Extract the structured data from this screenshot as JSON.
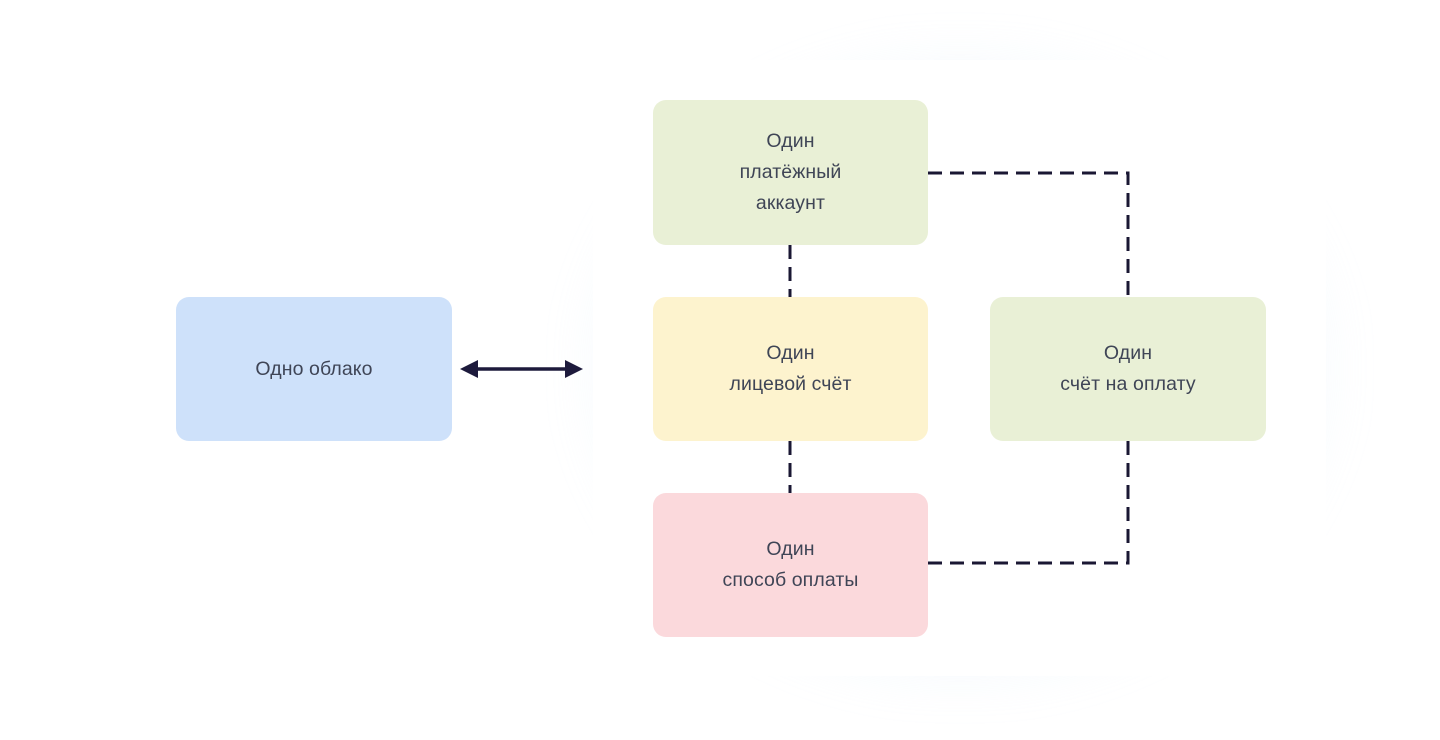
{
  "diagram": {
    "title_text": "",
    "colors": {
      "cloud_box": "#cee1fa",
      "green_box": "#e9f0d6",
      "yellow_box": "#fdf3ce",
      "pink_box": "#fbd9dc",
      "panel_background": "#ffffff",
      "panel_glow": "#cbe2fa",
      "text": "#3f4556",
      "dashed_edge": "#1a1733",
      "solid_arrow": "#1d1a3c"
    },
    "nodes": [
      {
        "id": "cloud",
        "label": "Одно облако",
        "color": "#cee1fa"
      },
      {
        "id": "account",
        "label": "Один\nплатёжный\nаккаунт",
        "color": "#e9f0d6"
      },
      {
        "id": "ls",
        "label": "Один\nлицевой счёт",
        "color": "#fdf3ce"
      },
      {
        "id": "method",
        "label": "Один\nспособ оплаты",
        "color": "#fbd9dc"
      },
      {
        "id": "invoice",
        "label": "Один\nсчёт на оплату",
        "color": "#e9f0d6"
      }
    ],
    "edges": [
      {
        "from": "cloud",
        "to": "panel",
        "style": "solid",
        "arrows": "both"
      },
      {
        "from": "account",
        "to": "ls",
        "style": "dashed",
        "arrows": "none"
      },
      {
        "from": "ls",
        "to": "method",
        "style": "dashed",
        "arrows": "none"
      },
      {
        "from": "account",
        "to": "invoice",
        "style": "dashed",
        "arrows": "none"
      },
      {
        "from": "method",
        "to": "invoice",
        "style": "dashed",
        "arrows": "none"
      }
    ]
  }
}
